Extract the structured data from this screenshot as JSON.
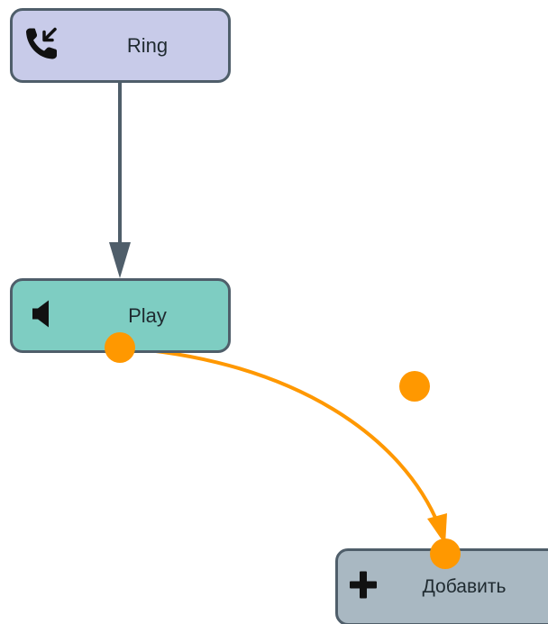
{
  "nodes": {
    "ring": {
      "label": "Ring",
      "icon": "incoming-call-icon",
      "fill": "#c8cbe9"
    },
    "play": {
      "label": "Play",
      "icon": "speaker-icon",
      "fill": "#7ecdc2"
    },
    "add": {
      "label": "Добавить",
      "icon": "plus-icon",
      "fill": "#a9b8c2"
    }
  },
  "colors": {
    "node_border": "#4f5e6a",
    "connector_dark": "#4f5e6a",
    "connector_accent": "#ff9800",
    "handle": "#ff9800"
  },
  "edges": [
    {
      "from": "ring",
      "to": "play",
      "style": "straight-arrow",
      "color": "#4f5e6a"
    },
    {
      "from": "play",
      "to": "add",
      "style": "curved-arrow",
      "color": "#ff9800"
    }
  ]
}
